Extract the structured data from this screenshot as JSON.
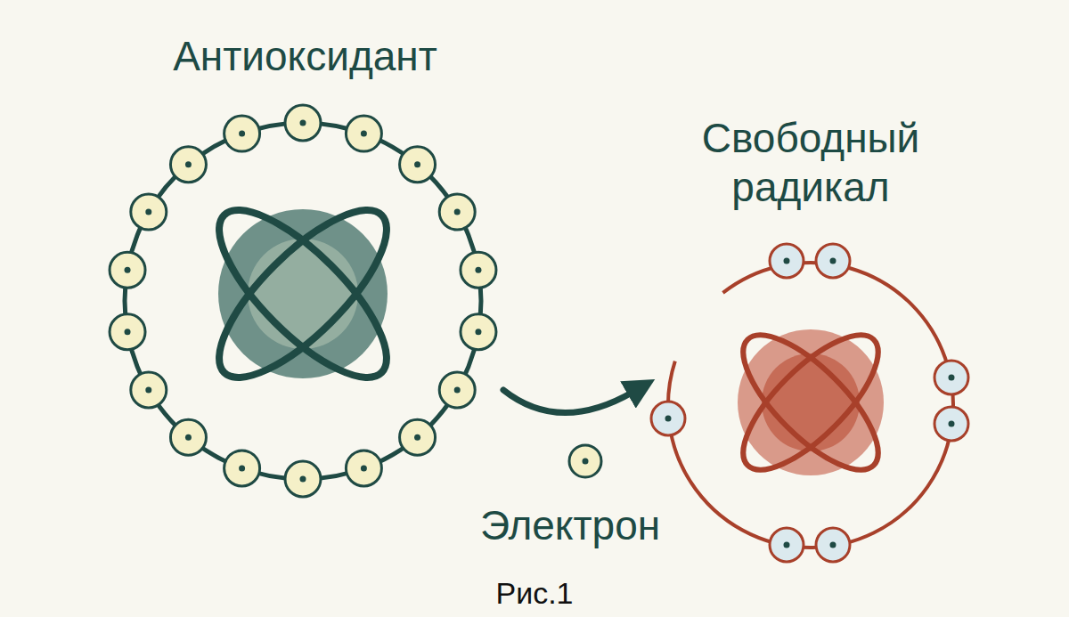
{
  "diagram": {
    "caption": "Рис.1",
    "nodes": [
      {
        "text": [
          "Антиоксидант"
        ]
      },
      {
        "text": [
          "Свободный радикал"
        ]
      },
      {
        "text": [
          "Электрон"
        ]
      }
    ],
    "edges": [
      {
        "from": 0,
        "to": 1,
        "arrow": "to"
      }
    ]
  }
}
